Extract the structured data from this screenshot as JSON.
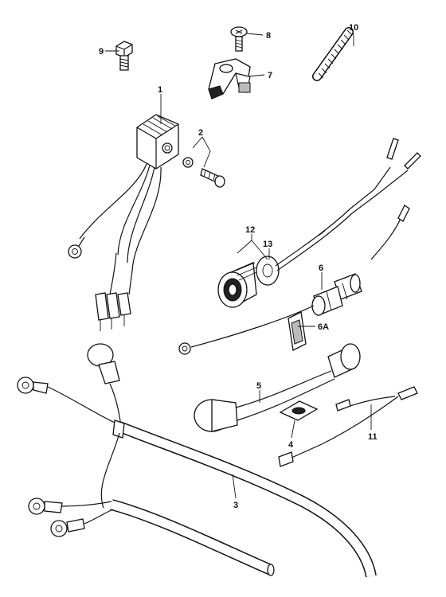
{
  "labels": {
    "rectifier": "1",
    "screw_washer": "2",
    "main_harness": "3",
    "grommet": "4",
    "boot_lead": "5",
    "fuse_holder": "6",
    "fuse_clip": "6A",
    "clamp": "7",
    "clamp_screw": "8",
    "bolt": "9",
    "protector_tube": "10",
    "sub_harness": "11",
    "switch_knob": "12",
    "nut": "13"
  }
}
